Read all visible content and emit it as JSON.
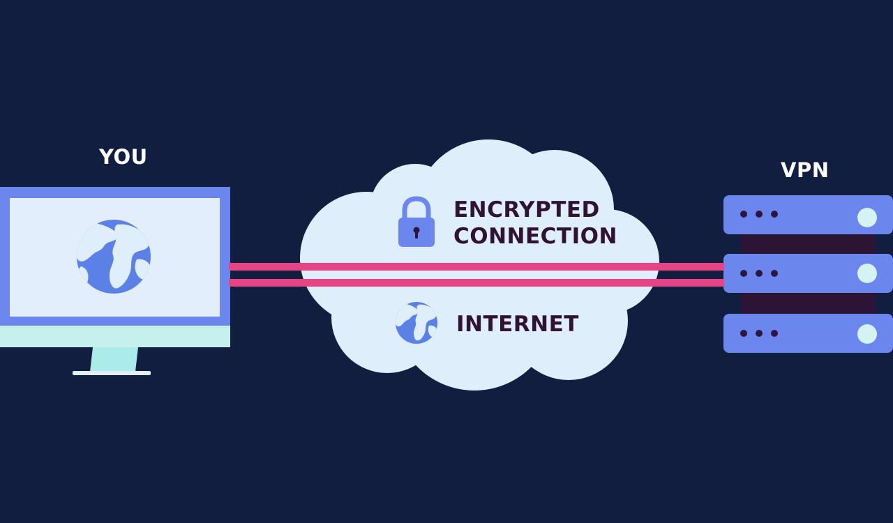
{
  "diagram": {
    "client_label": "YOU",
    "server_label": "VPN",
    "tunnel": {
      "line1": "ENCRYPTED",
      "line2": "CONNECTION"
    },
    "network_label": "INTERNET",
    "icons": {
      "client": "monitor-icon",
      "client_screen": "globe-icon",
      "tunnel": "padlock-icon",
      "network": "globe-icon",
      "server": "server-rack-icon"
    },
    "colors": {
      "background": "#121e3f",
      "monitor_frame": "#6b87ee",
      "monitor_screen": "#e3eefc",
      "monitor_stand": "#a9ecea",
      "cloud": "#deeefb",
      "tunnel_lines": "#e64585",
      "server_unit": "#6b87ee",
      "server_core": "#2c1534",
      "globe_land": "#deeefb",
      "globe_ocean": "#5b80e6",
      "text_light": "#ffffff",
      "text_dark": "#2f1330"
    }
  }
}
